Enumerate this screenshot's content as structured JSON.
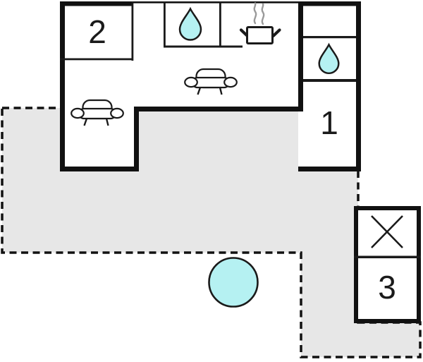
{
  "page": {
    "type": "floor-plan",
    "background": "#ffffff"
  },
  "colors": {
    "wall": "#111111",
    "line": "#1a1a1a",
    "water": "#b5f1f2",
    "terrace": "#e7e7e7",
    "steam": "#9a9a9a",
    "paper": "#ffffff"
  },
  "rooms": [
    {
      "id": "room-1",
      "label": "1"
    },
    {
      "id": "room-2",
      "label": "2"
    },
    {
      "id": "room-3",
      "label": "3"
    }
  ],
  "icons": [
    {
      "name": "water-drop-icon",
      "area": "top-bathroom"
    },
    {
      "name": "water-drop-icon",
      "area": "side-bathroom"
    },
    {
      "name": "cooking-pot-icon",
      "area": "kitchen"
    },
    {
      "name": "steam-icon",
      "area": "kitchen"
    },
    {
      "name": "sofa-icon",
      "area": "living-room-center"
    },
    {
      "name": "sofa-icon",
      "area": "living-room-left"
    },
    {
      "name": "hot-tub-circle-icon",
      "area": "garden"
    },
    {
      "name": "x-mark-icon",
      "area": "annex"
    }
  ]
}
